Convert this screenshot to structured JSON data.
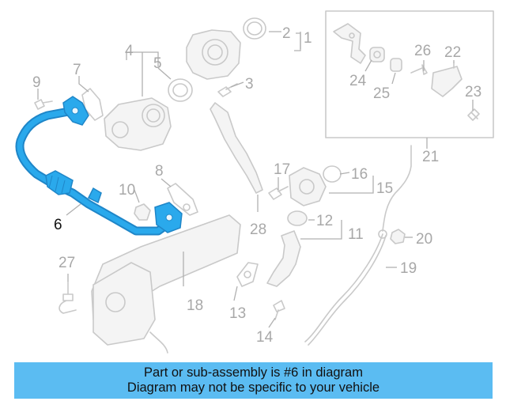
{
  "callouts": {
    "c1": "1",
    "c2": "2",
    "c3": "3",
    "c4": "4",
    "c5": "5",
    "c6": "6",
    "c7": "7",
    "c8": "8",
    "c9": "9",
    "c10": "10",
    "c11": "11",
    "c12": "12",
    "c13": "13",
    "c14": "14",
    "c15": "15",
    "c16": "16",
    "c17": "17",
    "c18": "18",
    "c19": "19",
    "c20": "20",
    "c21": "21",
    "c22": "22",
    "c23": "23",
    "c24": "24",
    "c25": "25",
    "c26": "26",
    "c27": "27",
    "c28": "28"
  },
  "highlight": {
    "part_number": "6",
    "color": "#2aa9ec"
  },
  "banner": {
    "line1": "Part or sub-assembly is #6 in diagram",
    "line2": "Diagram may not be specific to your vehicle",
    "background": "#5bbcf2"
  }
}
